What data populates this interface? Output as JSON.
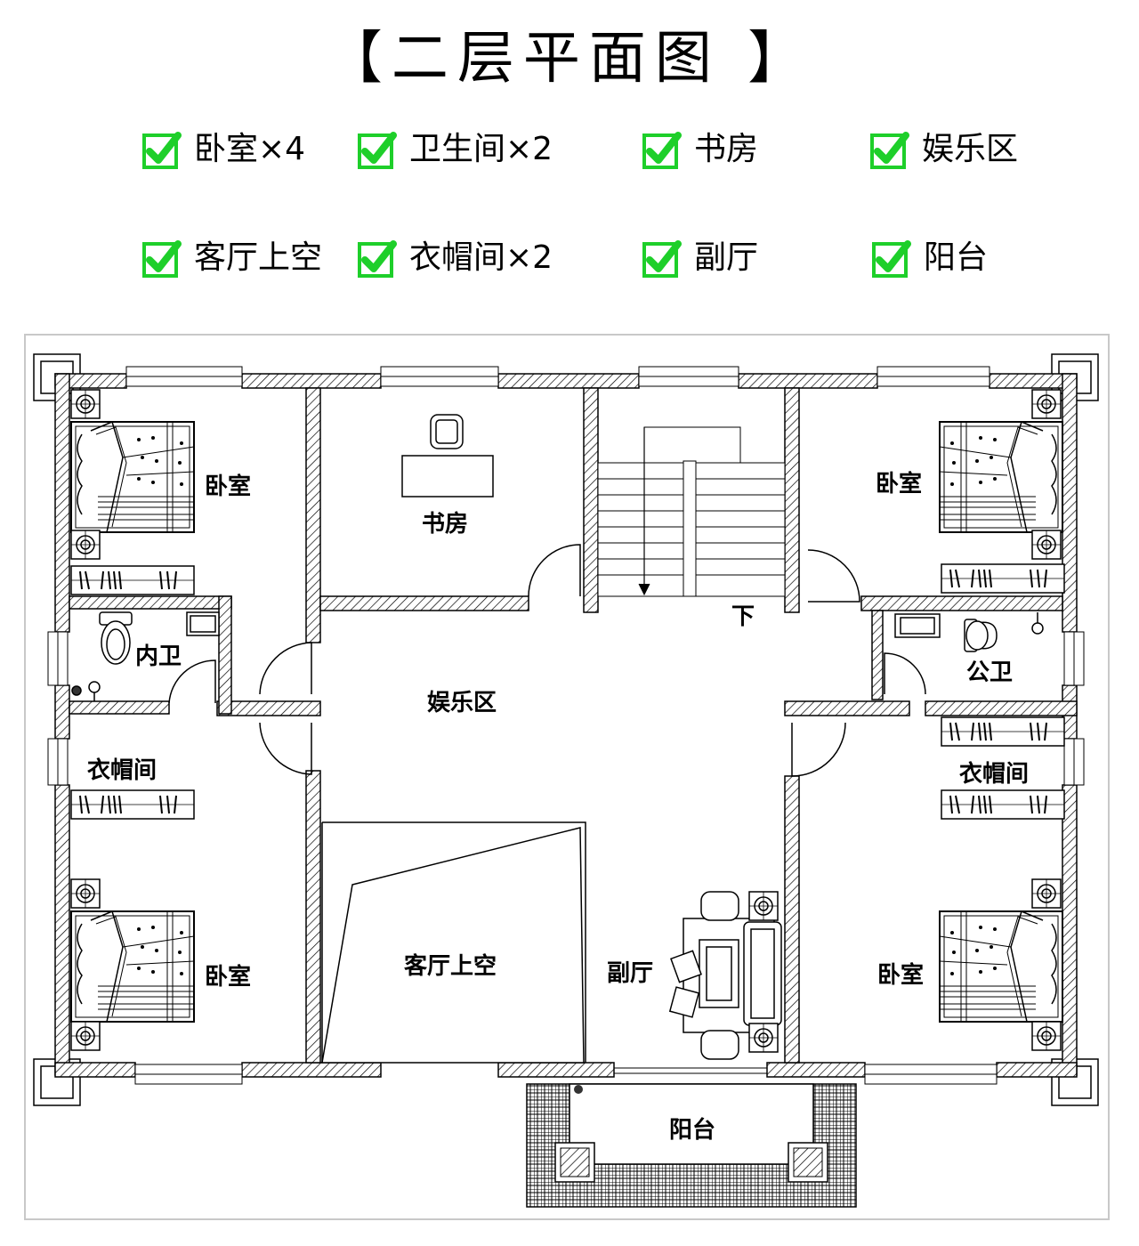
{
  "title": "【二层平面图 】",
  "features": [
    {
      "label": "卧室×4"
    },
    {
      "label": "卫生间×2"
    },
    {
      "label": "书房"
    },
    {
      "label": "娱乐区"
    },
    {
      "label": "客厅上空"
    },
    {
      "label": "衣帽间×2"
    },
    {
      "label": "副厅"
    },
    {
      "label": "阳台"
    }
  ],
  "plan": {
    "rooms": {
      "bedroom_nw": "卧室",
      "bedroom_ne": "卧室",
      "bedroom_sw": "卧室",
      "bedroom_se": "卧室",
      "study": "书房",
      "stairs_down": "下",
      "inner_wc": "内卫",
      "public_wc": "公卫",
      "entertainment": "娱乐区",
      "closet_w": "衣帽间",
      "closet_e": "衣帽间",
      "living_void": "客厅上空",
      "sub_hall": "副厅",
      "balcony": "阳台"
    }
  },
  "colors": {
    "check_green": "#1ecf2a",
    "wall_hatch": "#000000",
    "frame_gray": "#c8c8c8"
  },
  "icons": [
    "check-icon",
    "bed-icon",
    "toilet-icon",
    "sink-icon",
    "desk-icon",
    "sofa-icon",
    "stair-icon"
  ]
}
